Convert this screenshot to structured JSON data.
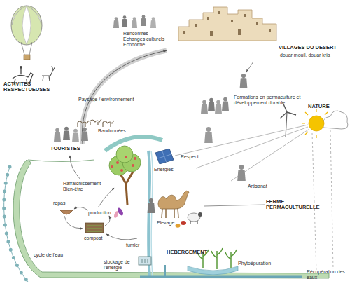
{
  "diagram": {
    "labels": [
      "ACTIVITES RESPECTUEUSES",
      "Rencontres Echanges culturels Economie",
      "VILLAGES DU DESERT",
      "douar mouil, douar kria",
      "Paysage / environnement",
      "Formations en permaculture et développement durable",
      "Randonnées",
      "NATURE",
      "Respect",
      "Energies",
      "TOURISTES",
      "Rafraichissement Bien-être",
      "Artisanat",
      "repas",
      "production",
      "FERME PERMACULTURELLE",
      "Elevage",
      "compost",
      "fumier",
      "cycle de l'eau",
      "stockage de l'énergie",
      "HEBERGEMENT",
      "Phytoépuration",
      "Récupération des eaux"
    ]
  }
}
